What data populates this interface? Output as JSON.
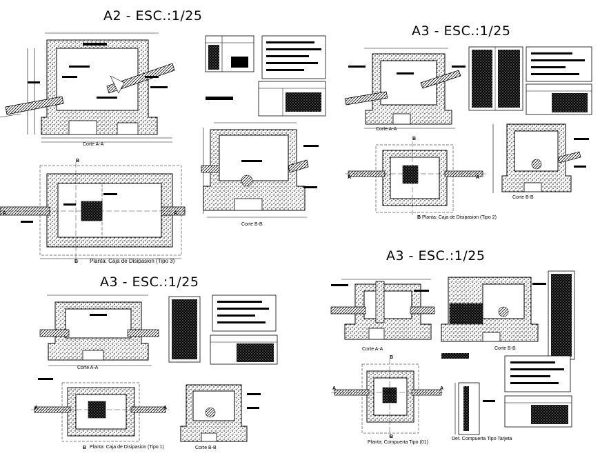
{
  "sheets": [
    {
      "title": "A2 - ESC.:1/25"
    },
    {
      "title": "A3 - ESC.:1/25"
    },
    {
      "title": "A3 - ESC.:1/25"
    },
    {
      "title": "A3 - ESC.:1/25"
    }
  ],
  "captions": {
    "corte_aa_1": "Corte A-A",
    "planta_tipo3": "Planta: Caja de Disipasion (Tipo 3)",
    "corte_bb_1": "Corte B-B",
    "corte_aa_2": "Corte A-A",
    "planta_tipo2": "Planta: Caja de Disipasion (Tipo 2)",
    "corte_bb_2": "Corte B-B",
    "corte_aa_3": "Corte A-A",
    "planta_tipo1": "Planta: Caja de Disipasion (Tipo 1)",
    "corte_bb_3": "Corte B-B",
    "corte_aa_4": "Corte A-A",
    "corte_bb_4": "Corte B-B",
    "planta_compuerta": "Planta: Compuerta Tipo (01)",
    "det_compuerta": "Det. Compuerta Tipo Tarjeta"
  },
  "markers": {
    "a": "A",
    "b": "B"
  },
  "colors": {
    "line": "#000000",
    "fill": "#ffffff"
  }
}
